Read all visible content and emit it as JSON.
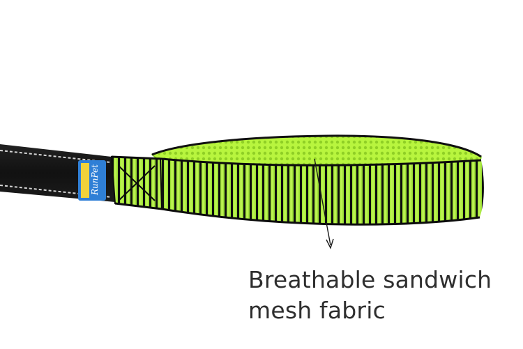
{
  "product": {
    "brand_tag": "RunPet",
    "colors": {
      "strap_black": "#151515",
      "reflective_stitch": "#d8d8d8",
      "mesh_green": "#b6f43c",
      "stripe_green": "#8fdb2b",
      "tag_blue": "#2f7fd6",
      "tag_yellow": "#f1d23a"
    }
  },
  "annotation": {
    "line1": "Breathable sandwich",
    "line2": "mesh fabric",
    "pointer_icon": "arrow-down-icon"
  }
}
